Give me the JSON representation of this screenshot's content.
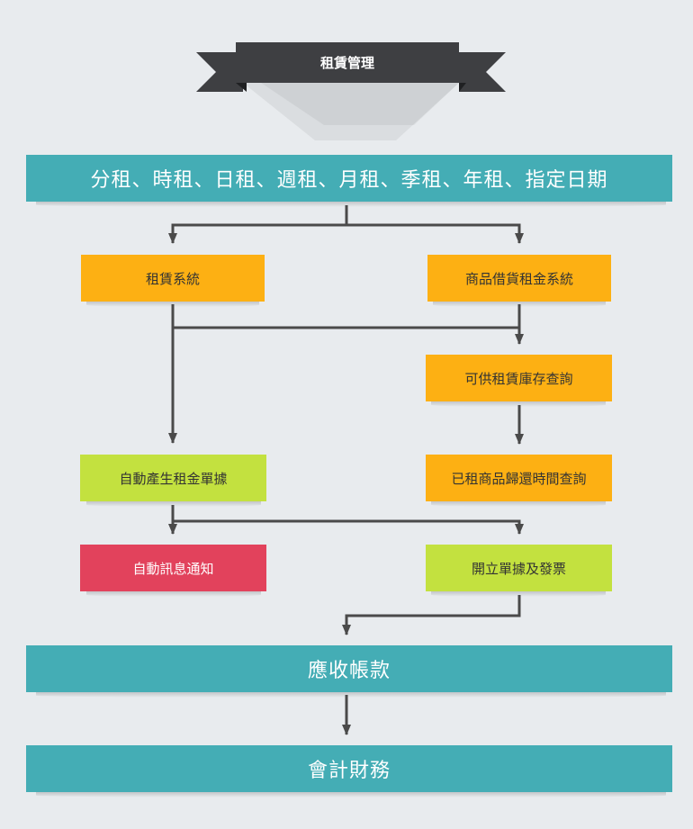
{
  "colors": {
    "background": "#e8ebee",
    "teal": "#44adb5",
    "orange": "#fdb013",
    "green": "#c3e13f",
    "red": "#e2425c",
    "ribbon": "#3e3f42",
    "arrow": "#4a4a4a"
  },
  "ribbon": {
    "title": "租賃管理"
  },
  "top_bar": {
    "label": "分租、時租、日租、週租、月租、季租、年租、指定日期"
  },
  "nodes": {
    "rental_system": "租賃系統",
    "goods_rental_system": "商品借貨租金系統",
    "inventory_query": "可供租賃庫存查詢",
    "auto_rent_docs": "自動產生租金單據",
    "return_time_query": "已租商品歸還時間查詢",
    "auto_notification": "自動訊息通知",
    "issue_docs_invoice": "開立單據及發票"
  },
  "receivables_bar": {
    "label": "應收帳款"
  },
  "accounting_bar": {
    "label": "會計財務"
  }
}
